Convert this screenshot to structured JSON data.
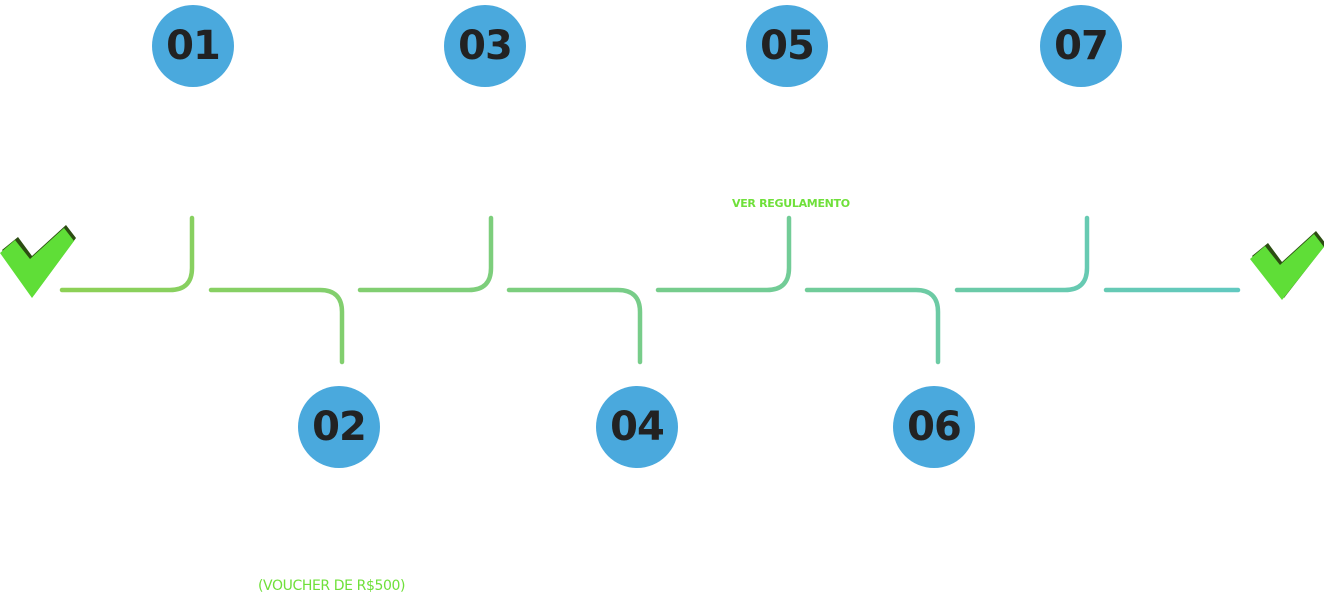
{
  "colors": {
    "circle": "#4aa9dd",
    "circle_text": "#222222",
    "accent_green": "#6fe03a",
    "gradient_start": "#8fd14f",
    "gradient_end": "#5ec8c8",
    "shadow": "#9a9a9a",
    "check_fill": "#5fde37",
    "check_outline": "#2c4d12"
  },
  "steps": [
    {
      "label": "01",
      "position": "top"
    },
    {
      "label": "02",
      "position": "bottom"
    },
    {
      "label": "03",
      "position": "top"
    },
    {
      "label": "04",
      "position": "bottom"
    },
    {
      "label": "05",
      "position": "top"
    },
    {
      "label": "06",
      "position": "bottom"
    },
    {
      "label": "07",
      "position": "top"
    }
  ],
  "links": {
    "regulation": "VER REGULAMENTO",
    "voucher": "(VOUCHER DE R$500)"
  },
  "icons": {
    "start": "checkmark-icon",
    "end": "checkmark-icon"
  }
}
